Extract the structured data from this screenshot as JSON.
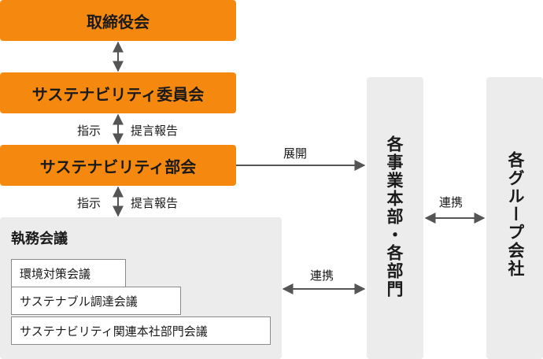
{
  "boxes": {
    "board": "取締役会",
    "committee": "サステナビリティ委員会",
    "subcommittee": "サステナビリティ部会",
    "executive": "執務会議",
    "sub_items": [
      "環境対策会議",
      "サステナブル調達会議",
      "サステナビリティ関連本社部門会議"
    ],
    "divisions": "各事業本部・各部門",
    "group_companies": "各グループ会社"
  },
  "labels": {
    "instruct_1": "指示",
    "report_1": "提言報告",
    "instruct_2": "指示",
    "report_2": "提言報告",
    "deploy": "展開",
    "coop_executive": "連携",
    "coop_group": "連携"
  },
  "colors": {
    "accent": "#f5890f",
    "panel": "#ececec",
    "arrow": "#555555"
  }
}
